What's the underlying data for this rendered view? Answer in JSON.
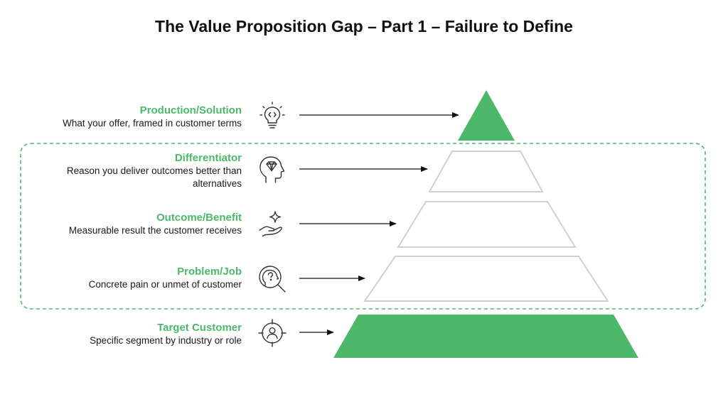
{
  "title": "The Value Proposition Gap – Part 1 – Failure to Define",
  "layers": [
    {
      "title": "Production/Solution",
      "description": "What your offer, framed in customer terms",
      "icon": "lightbulb-code-icon",
      "highlighted": true
    },
    {
      "title": "Differentiator",
      "description": "Reason you deliver outcomes better than alternatives",
      "icon": "head-diamond-icon",
      "highlighted": false
    },
    {
      "title": "Outcome/Benefit",
      "description": "Measurable result the customer receives",
      "icon": "hand-sparkle-icon",
      "highlighted": false
    },
    {
      "title": "Problem/Job",
      "description": "Concrete pain or unmet of customer",
      "icon": "head-question-search-icon",
      "highlighted": false
    },
    {
      "title": "Target Customer",
      "description": "Specific segment by industry or role",
      "icon": "target-person-icon",
      "highlighted": true
    }
  ],
  "colors": {
    "accent": "#4cb96a",
    "outline": "#d0d0d0",
    "text": "#1a1a1a",
    "icon": "#333333"
  }
}
